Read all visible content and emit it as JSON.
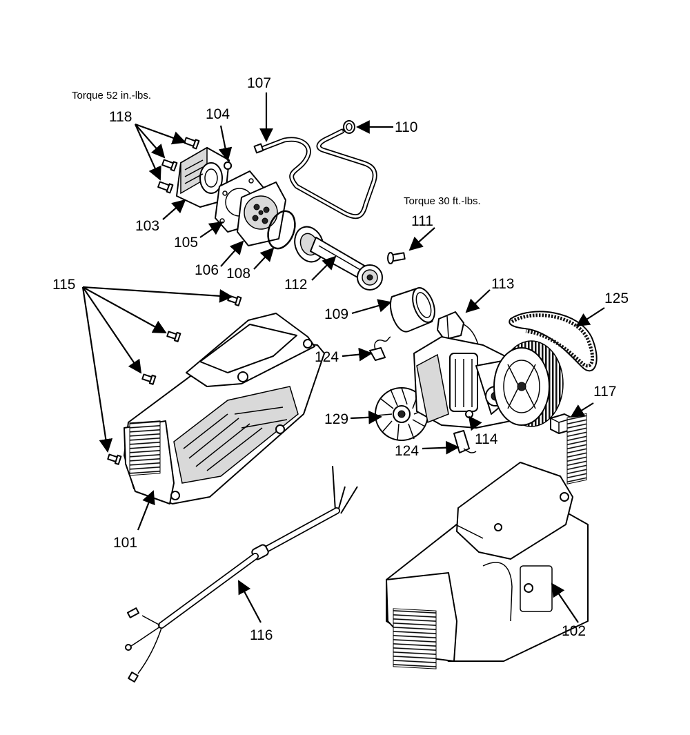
{
  "notes": {
    "torque_head": "Torque 52 in.-lbs.",
    "torque_rod": "Torque 30 ft.-lbs."
  },
  "labels": {
    "p101": "101",
    "p102": "102",
    "p103": "103",
    "p104": "104",
    "p105": "105",
    "p106": "106",
    "p107": "107",
    "p108": "108",
    "p109": "109",
    "p110": "110",
    "p111": "111",
    "p112": "112",
    "p113": "113",
    "p114": "114",
    "p115": "115",
    "p116": "116",
    "p117": "117",
    "p118": "118",
    "p124a": "124",
    "p124b": "124",
    "p125": "125",
    "p129": "129"
  }
}
